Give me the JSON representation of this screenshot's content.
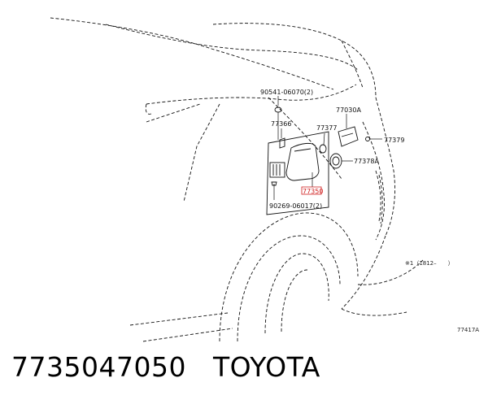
{
  "labels": {
    "bolt_top": "90541-06070(2)",
    "hinge": "77366",
    "cap": "77377",
    "lock_actuator": "77030A",
    "clip": "77379",
    "gasket": "77378A",
    "fuel_door": "77350",
    "bolt_bottom": "90269-06017(2)",
    "footnote": "※1（1812–　　）",
    "figure_code": "77417A"
  },
  "caption": {
    "part_number": "7735047050",
    "brand": "TOYOTA"
  }
}
